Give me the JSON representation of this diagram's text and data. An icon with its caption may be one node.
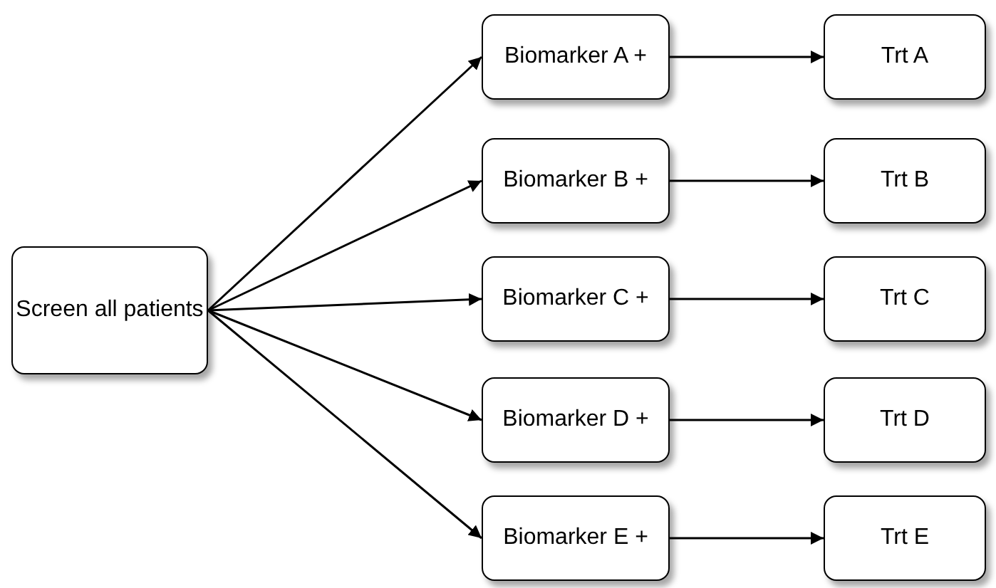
{
  "diagram": {
    "nodes": [
      {
        "text": [
          "Screen all patients"
        ]
      },
      {
        "text": [
          "Biomarker A +"
        ]
      },
      {
        "text": [
          "Trt A"
        ]
      },
      {
        "text": [
          "Biomarker B +"
        ]
      },
      {
        "text": [
          "Trt B"
        ]
      },
      {
        "text": [
          "Biomarker C +"
        ]
      },
      {
        "text": [
          "Trt C"
        ]
      },
      {
        "text": [
          "Biomarker D +"
        ]
      },
      {
        "text": [
          "Trt D"
        ]
      },
      {
        "text": [
          "Biomarker E +"
        ]
      },
      {
        "text": [
          "Trt E"
        ]
      }
    ],
    "edges": [
      {
        "from": 0,
        "to": 1,
        "arrow": "to"
      },
      {
        "from": 0,
        "to": 3,
        "arrow": "to"
      },
      {
        "from": 0,
        "to": 5,
        "arrow": "to"
      },
      {
        "from": 0,
        "to": 7,
        "arrow": "to"
      },
      {
        "from": 0,
        "to": 9,
        "arrow": "to"
      },
      {
        "from": 1,
        "to": 2,
        "arrow": "to"
      },
      {
        "from": 3,
        "to": 4,
        "arrow": "to"
      },
      {
        "from": 5,
        "to": 6,
        "arrow": "to"
      },
      {
        "from": 7,
        "to": 8,
        "arrow": "to"
      },
      {
        "from": 9,
        "to": 10,
        "arrow": "to"
      }
    ]
  }
}
